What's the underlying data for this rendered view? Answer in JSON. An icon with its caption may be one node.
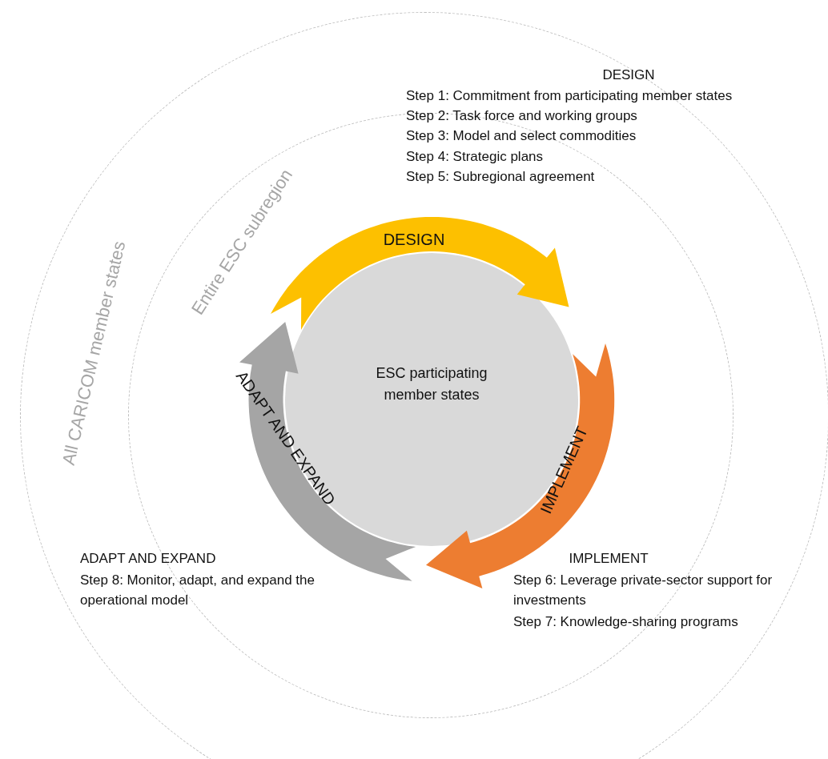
{
  "diagram": {
    "nodes": [
      {
        "text": [
          "All CARICOM member states"
        ]
      },
      {
        "text": [
          "Entire ESC subregion"
        ],
        "in": 0
      },
      {
        "text": [
          "ESC participating member states"
        ],
        "in": 1
      },
      {
        "text": [
          "DESIGN"
        ],
        "in": 1
      },
      {
        "text": [
          "IMPLEMENT"
        ],
        "in": 1
      },
      {
        "text": [
          "ADAPT AND EXPAND"
        ],
        "in": 1
      }
    ],
    "labels": [
      "DESIGN",
      "Step 1: Commitment from participating member states",
      "Step 2: Task force and working groups",
      "Step 3: Model and select commodities",
      "Step 4: Strategic plans",
      "Step 5: Subregional agreement",
      "IMPLEMENT",
      "Step 6: Leverage private-sector support for investments",
      "Step 7: Knowledge-sharing programs",
      "ADAPT AND EXPAND",
      "Step 8: Monitor, adapt, and expand the operational model"
    ]
  }
}
